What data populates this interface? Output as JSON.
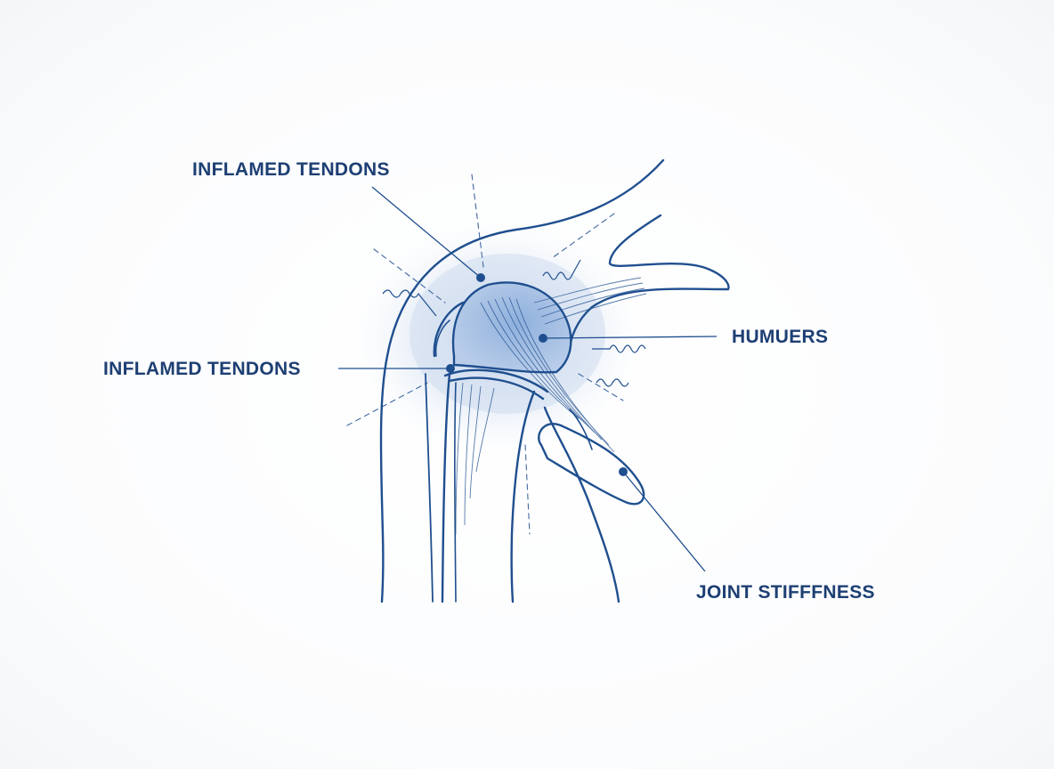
{
  "labels": {
    "inflamed_tendons_upper": "INFLAMED TENDONS",
    "inflamed_tendons_left": "INFLAMED TENDONS",
    "humerus": "HUMUERS",
    "joint_stiffness": "JOINT STIFFFNESS"
  },
  "colors": {
    "ink": "#1f4f8f",
    "label_text": "#1d3f73",
    "inflammation_fill": "#7fa6d6",
    "background": "#ffffff"
  }
}
